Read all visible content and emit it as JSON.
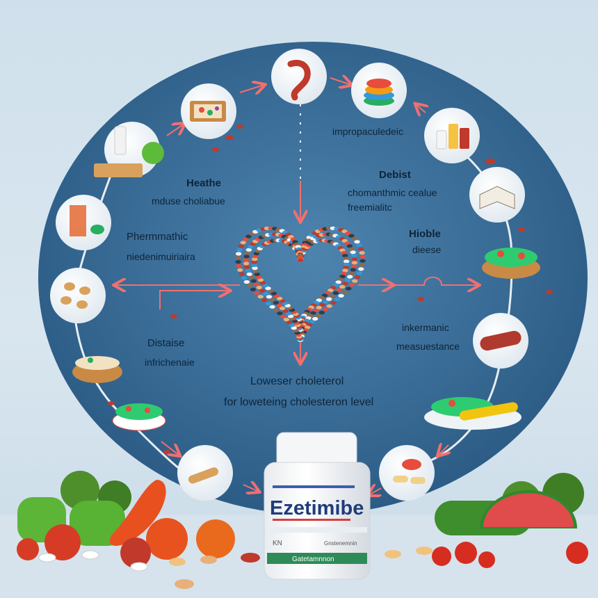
{
  "labels": {
    "heathe": "Heathe",
    "mduse": "mduse choliabue",
    "pherm": "Phermmathic",
    "niedenium": "niedenimuiriaira",
    "distaise": "Distaise",
    "infrichenaie": "infrichenaie",
    "improp": "impropaculedeic",
    "debist": "Debist",
    "chomm": "chomanthmic cealue",
    "freem": "freemialitc",
    "hioble": "Hioble",
    "dieese": "dieese",
    "inkermanic": "inkermanic",
    "measu": "measuestance",
    "lower1": "Loweser  choleterol",
    "lower2": "for loweteing cholesteron level"
  },
  "bottle": {
    "brand": "Ezetimibe",
    "strip_text": "Gatetamnnon",
    "code": "KN",
    "sub": "Gnstenemnin"
  },
  "colors": {
    "background": "#d3e2ed",
    "circle": "#3d6f99",
    "circle_dark": "#2b5a84",
    "node_fill": "#f4f8fb",
    "arrow": "#f07070",
    "bottle_green": "#2e8b57",
    "brand_blue": "#1f3c7a"
  }
}
